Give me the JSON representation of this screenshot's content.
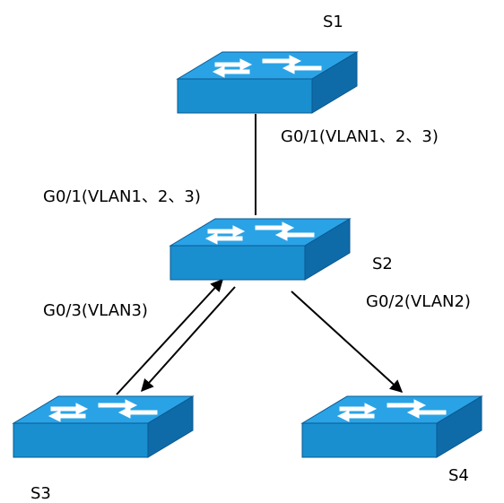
{
  "switches": [
    {
      "id": "s1",
      "label": "S1"
    },
    {
      "id": "s2",
      "label": "S2"
    },
    {
      "id": "s3",
      "label": "S3"
    },
    {
      "id": "s4",
      "label": "S4"
    }
  ],
  "port_labels": {
    "s1_g01": "G0/1(VLAN1、2、3)",
    "s2_g01": "G0/1(VLAN1、2、3)",
    "s2_g03": "G0/3(VLAN3)",
    "s2_g02": "G0/2(VLAN2)"
  },
  "colors": {
    "switch_top": "#2aa3e6",
    "switch_front": "#1a8fd0",
    "switch_side": "#0f6aa8",
    "line": "#000000"
  },
  "icons": {
    "switch": "switch-icon",
    "arrow": "arrow-icon"
  }
}
